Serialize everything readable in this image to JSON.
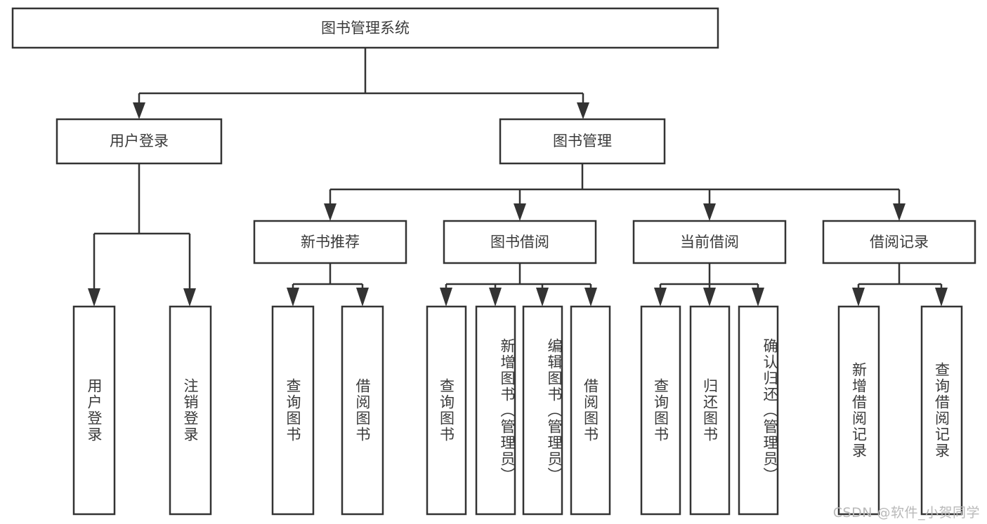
{
  "diagram": {
    "title": "图书管理系统",
    "type": "tree",
    "watermark": "CSDN @软件_小贺同学",
    "colors": {
      "stroke": "#333333",
      "box_fill": "#ffffff",
      "text": "#3a3a3a",
      "background": "#ffffff",
      "watermark": "#b9b9b9"
    },
    "root": {
      "label": "图书管理系统"
    },
    "level2": [
      {
        "label": "用户登录"
      },
      {
        "label": "图书管理"
      }
    ],
    "level3": [
      {
        "label": "新书推荐"
      },
      {
        "label": "图书借阅"
      },
      {
        "label": "当前借阅"
      },
      {
        "label": "借阅记录"
      }
    ],
    "leaves": {
      "user_login": [
        {
          "label": "用户登录"
        },
        {
          "label": "注销登录"
        }
      ],
      "new_book_recommend": [
        {
          "label": "查询图书"
        },
        {
          "label": "借阅图书"
        }
      ],
      "book_borrow": [
        {
          "label": "查询图书"
        },
        {
          "label": "新增图书（管理员）"
        },
        {
          "label": "编辑图书（管理员）"
        },
        {
          "label": "借阅图书"
        }
      ],
      "current_borrow": [
        {
          "label": "查询图书"
        },
        {
          "label": "归还图书"
        },
        {
          "label": "确认归还（管理员）"
        }
      ],
      "borrow_record": [
        {
          "label": "新增借阅记录"
        },
        {
          "label": "查询借阅记录"
        }
      ]
    }
  }
}
